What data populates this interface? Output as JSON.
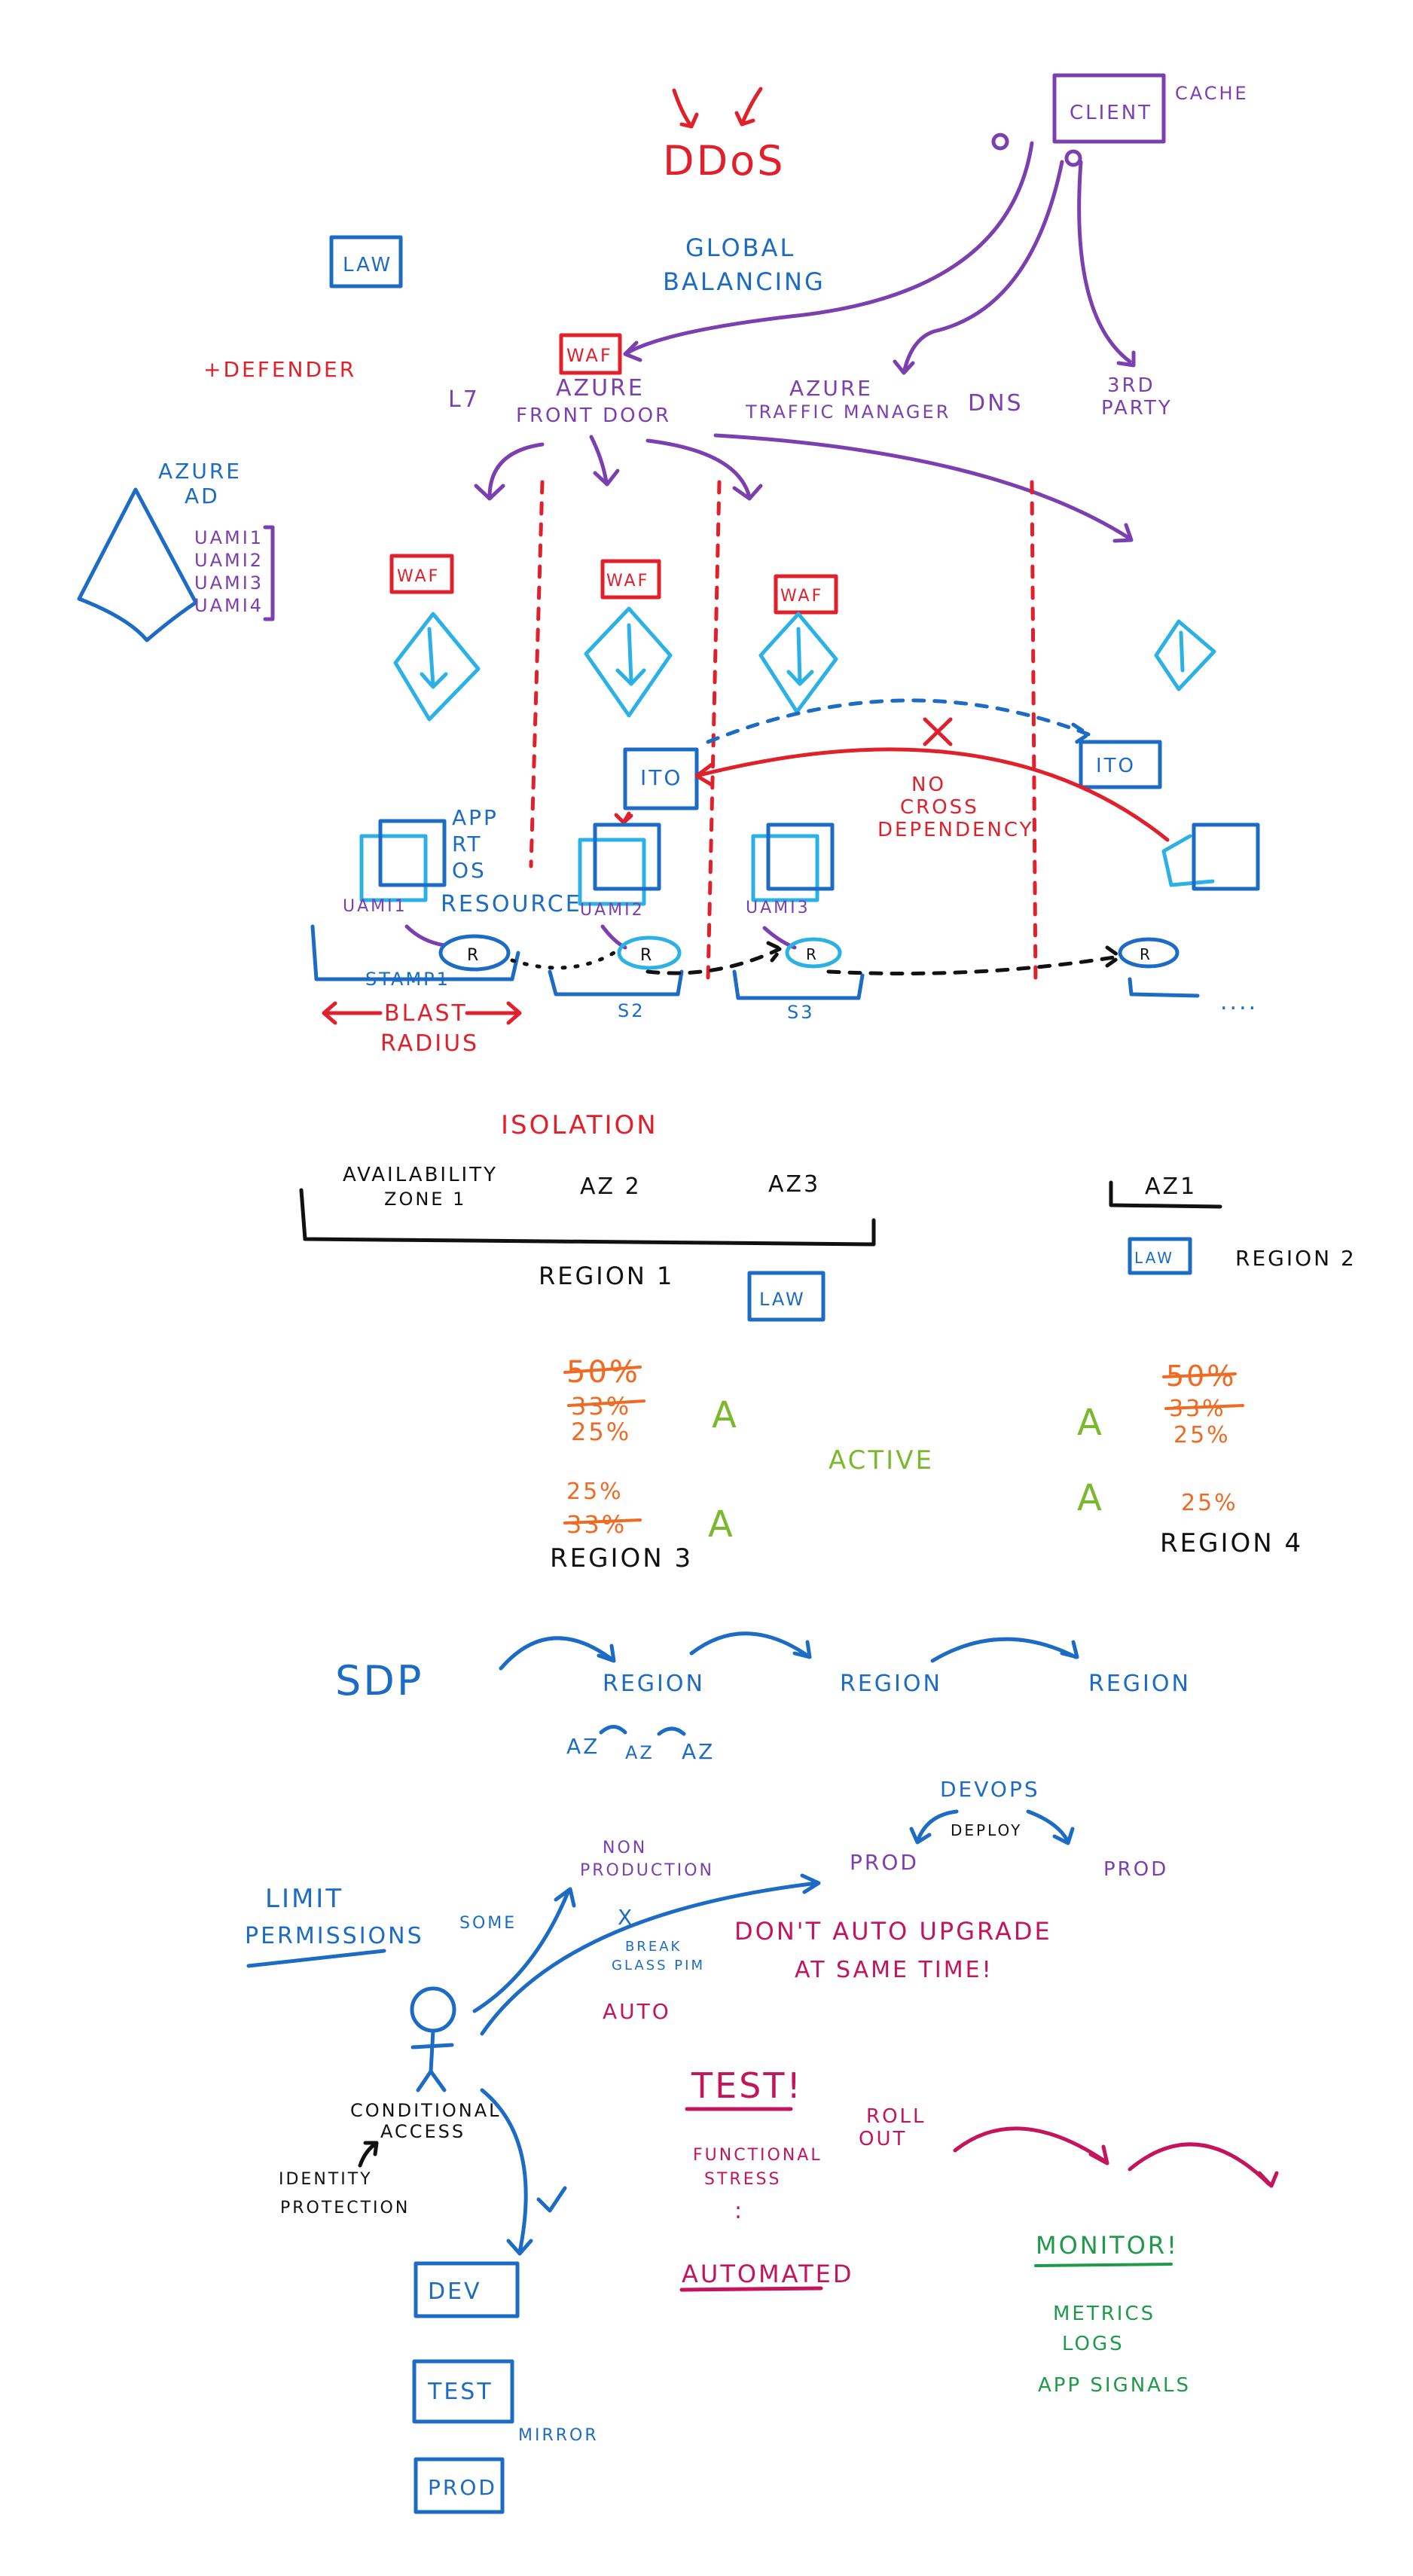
{
  "diagram": {
    "top": {
      "ddos": "DDoS",
      "client": "CLIENT",
      "cache": "CACHE",
      "law": "LAW",
      "global_balancing_1": "GLOBAL",
      "global_balancing_2": "BALANCING",
      "defender": "+DEFENDER",
      "waf": "WAF",
      "azure": "AZURE",
      "front_door": "FRONT DOOR",
      "l7": "L7",
      "azure_tm_1": "AZURE",
      "azure_tm_2": "TRAFFIC MANAGER",
      "dns": "DNS",
      "third_party_1": "3RD",
      "third_party_2": "PARTY"
    },
    "identity": {
      "azure": "AZURE",
      "ad": "AD",
      "uamis": [
        "UAMI1",
        "UAMI2",
        "UAMI3",
        "UAMI4"
      ]
    },
    "stamps": {
      "waf": "WAF",
      "ito": "ITO",
      "no": "NO",
      "cross": "CROSS",
      "dependency": "DEPENDENCY",
      "app": "APP",
      "rt": "RT",
      "os": "OS",
      "resource": "RESOURCE",
      "uami1": "UAMI1",
      "uami2": "UAMI2",
      "uami3": "UAMI3",
      "r": "R",
      "stamp1": "STAMP1",
      "s2": "S2",
      "s3": "S3",
      "blast": "BLAST",
      "radius": "RADIUS",
      "ellipsis": "...."
    },
    "isolation": {
      "title": "ISOLATION",
      "az1a": "AVAILABILITY",
      "az1b": "ZONE 1",
      "az2": "AZ 2",
      "az3": "AZ3",
      "region1": "REGION 1",
      "law": "LAW",
      "az1": "AZ1",
      "region2": "REGION 2"
    },
    "active": {
      "r3_pcts": [
        "50%",
        "33%",
        "25%",
        "25%",
        "33%"
      ],
      "r4_pcts": [
        "50%",
        "33%",
        "25%",
        "25%"
      ],
      "a": "A",
      "active": "ACTIVE",
      "region3": "REGION 3",
      "region4": "REGION 4"
    },
    "sdp": {
      "sdp": "SDP",
      "region": "REGION",
      "az": "AZ"
    },
    "ops": {
      "devops": "DEVOPS",
      "deploy": "DEPLOY",
      "prod": "PROD",
      "non": "NON",
      "production": "PRODUCTION",
      "limit": "LIMIT",
      "permissions": "PERMISSIONS",
      "some": "SOME",
      "x": "X",
      "break": "BREAK",
      "glass_pim": "GLASS PIM",
      "dont_auto": "DON'T AUTO UPGRADE",
      "same_time": "AT SAME TIME!",
      "auto": "AUTO",
      "conditional": "CONDITIONAL",
      "access": "ACCESS",
      "identity": "IDENTITY",
      "protection": "PROTECTION",
      "test": "TEST!",
      "functional": "FUNCTIONAL",
      "stress": "STRESS",
      "vdots": ":",
      "automated": "AUTOMATED",
      "roll": "ROLL",
      "out": "OUT",
      "monitor": "MONITOR!",
      "metrics": "METRICS",
      "logs": "LOGS",
      "app_signals": "APP SIGNALS",
      "dev": "DEV",
      "test_env": "TEST",
      "mirror": "MIRROR",
      "prod_env": "PROD"
    }
  }
}
